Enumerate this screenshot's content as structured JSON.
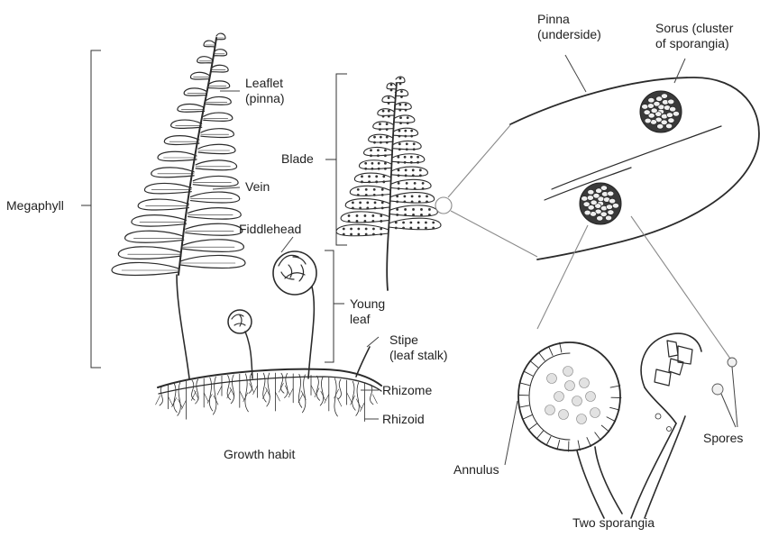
{
  "labels": {
    "leaflet": [
      "Leaflet",
      "(pinna)"
    ],
    "vein": "Vein",
    "megaphyll": "Megaphyll",
    "fiddlehead": "Fiddlehead",
    "young_leaf": [
      "Young",
      "leaf"
    ],
    "stipe": [
      "Stipe",
      "(leaf stalk)"
    ],
    "rhizome": "Rhizome",
    "rhizoid": "Rhizoid",
    "blade": "Blade",
    "pinna_underside": [
      "Pinna",
      "(underside)"
    ],
    "sorus": [
      "Sorus (cluster",
      "of sporangia)"
    ],
    "annulus": "Annulus",
    "spores": "Spores"
  },
  "captions": {
    "growth_habit": "Growth habit",
    "two_sporangia": "Two sporangia"
  },
  "colors": {
    "ink": "#2b2b2b",
    "leader_grey": "#8a8a8a",
    "background": "#ffffff"
  }
}
